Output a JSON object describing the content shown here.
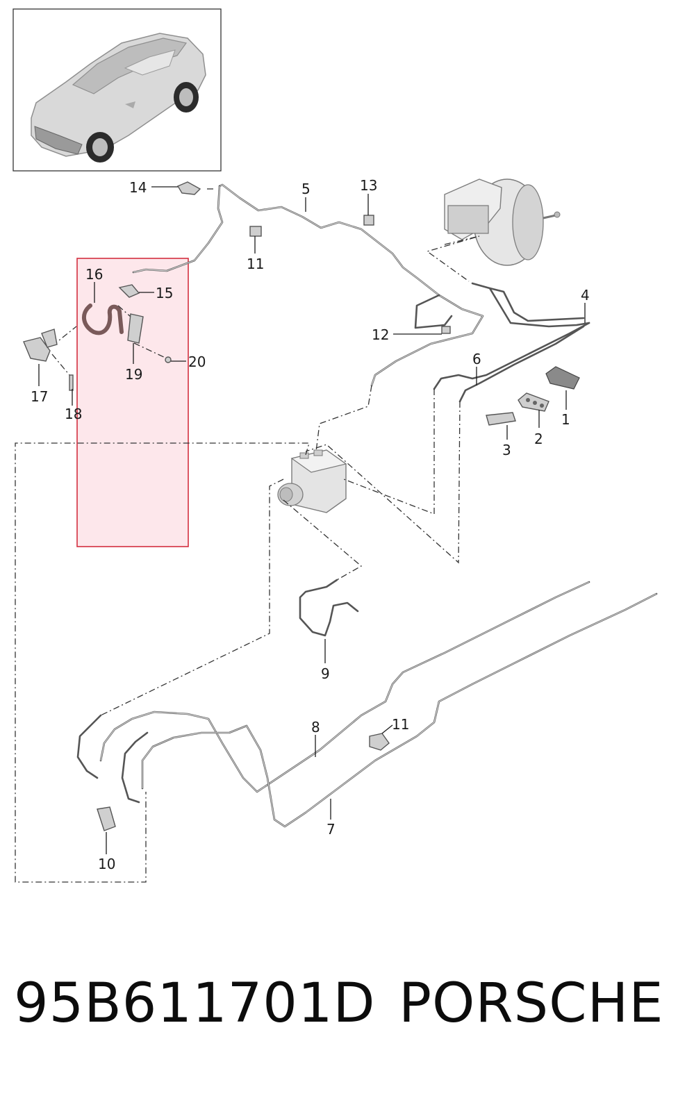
{
  "callouts": {
    "c1": "1",
    "c2": "2",
    "c3": "3",
    "c4": "4",
    "c5": "5",
    "c6": "6",
    "c7": "7",
    "c8": "8",
    "c9": "9",
    "c10": "10",
    "c11a": "11",
    "c11b": "11",
    "c12": "12",
    "c13": "13",
    "c14": "14",
    "c15": "15",
    "c16": "16",
    "c17": "17",
    "c18": "18",
    "c19": "19",
    "c20": "20"
  },
  "footer": {
    "part_number": "95B611701D",
    "brand": "PORSCHE"
  },
  "colors": {
    "highlight_fill": "#fde3e7",
    "highlight_border": "#d32f3f",
    "line": "#555555"
  },
  "icons": {
    "vehicle_thumbnail": "suv-car-icon",
    "abs_unit": "abs-hydraulic-unit-icon",
    "brake_booster": "brake-booster-icon"
  }
}
